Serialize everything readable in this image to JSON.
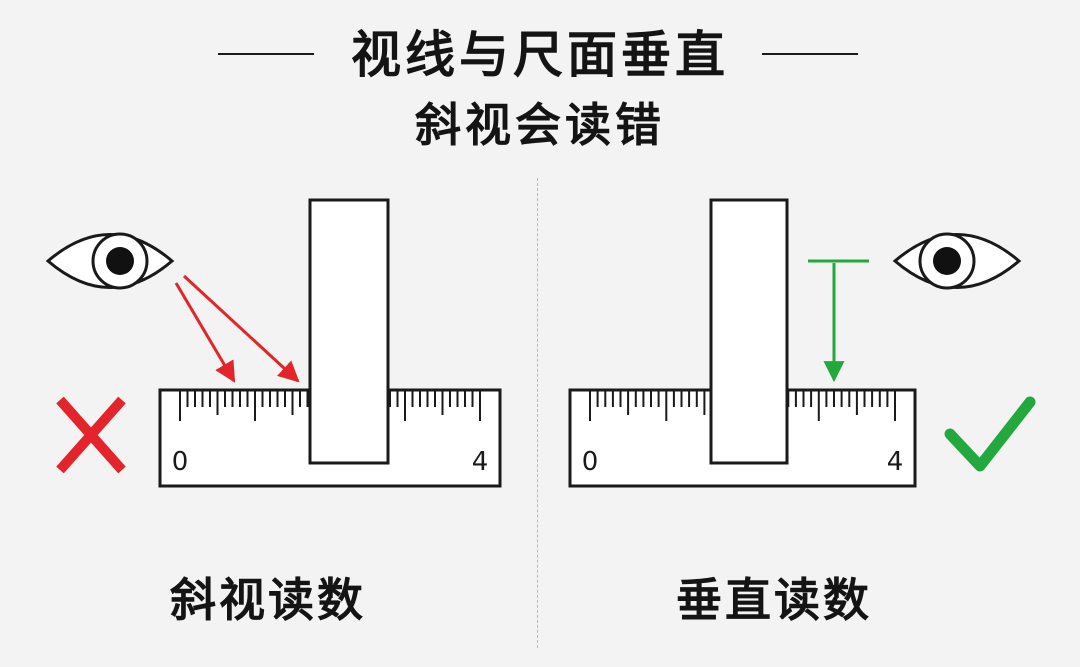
{
  "title": {
    "line1": "视线与尺面垂直",
    "line2": "斜视会读错"
  },
  "panels": {
    "left": {
      "caption": "斜视读数",
      "ruler_labels": [
        "0",
        "4"
      ],
      "mark": "cross-icon",
      "mark_color": "#e3242b",
      "sight_color": "#e3242b"
    },
    "right": {
      "caption": "垂直读数",
      "ruler_labels": [
        "0",
        "4"
      ],
      "mark": "check-icon",
      "mark_color": "#22a83c",
      "sight_color": "#22a83c"
    }
  }
}
